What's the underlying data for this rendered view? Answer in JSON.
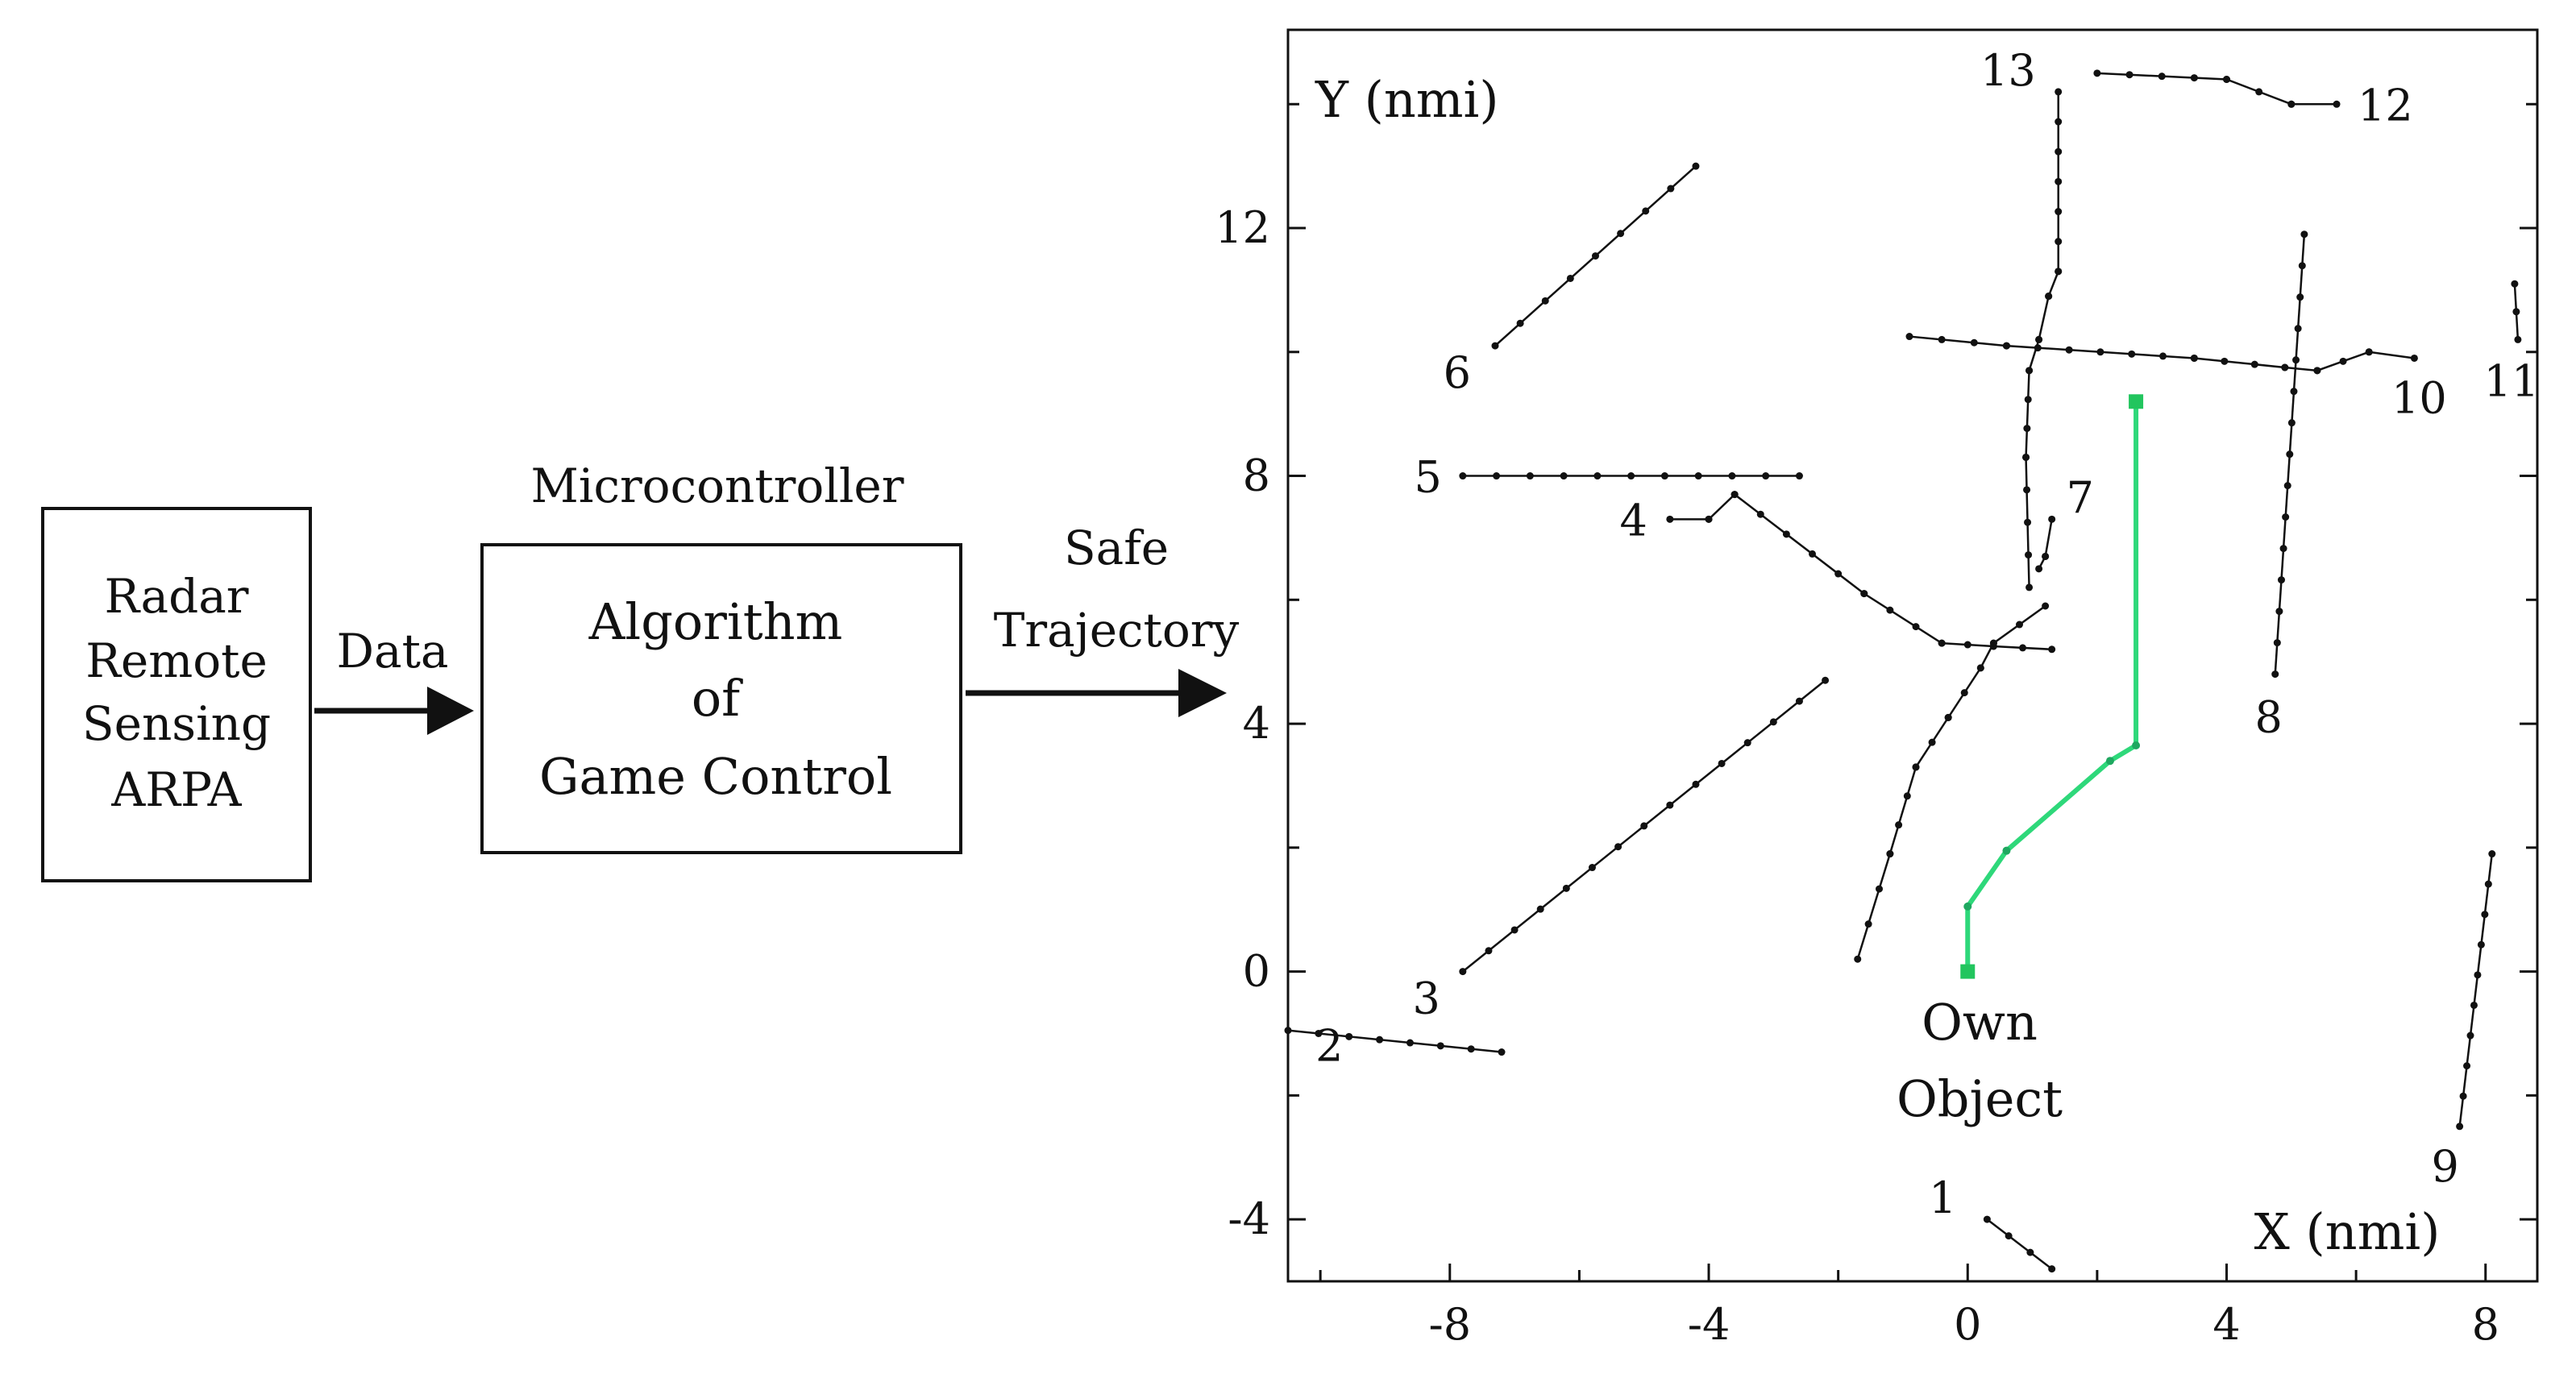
{
  "block_diagram": {
    "radar_box": {
      "lines": [
        "Radar",
        "Remote",
        "Sensing",
        "ARPA"
      ]
    },
    "data_label": "Data",
    "microcontroller_title": "Microcontroller",
    "algorithm_box": {
      "lines": [
        "Algorithm",
        "of",
        "Game Control"
      ]
    },
    "output_label_lines": [
      "Safe",
      "Trajectory"
    ]
  },
  "chart_data": {
    "type": "line",
    "xlabel": "X (nmi)",
    "ylabel": "Y (nmi)",
    "xlim": [
      -10.5,
      8.8
    ],
    "ylim": [
      -5,
      15.2
    ],
    "x_ticks": [
      -8,
      -4,
      0,
      4,
      8
    ],
    "y_ticks": [
      -4,
      0,
      4,
      8,
      12
    ],
    "x_tick_labels": [
      "-8",
      "-4",
      "0",
      "4",
      "8"
    ],
    "y_tick_labels": [
      "-4",
      "0",
      "4",
      "8",
      "12"
    ],
    "grid": false,
    "own_object_label_lines": [
      "Own",
      "Object"
    ],
    "own_trajectory": {
      "color": "#2ed87a",
      "points": [
        [
          0,
          0
        ],
        [
          0,
          1.05
        ],
        [
          0.6,
          1.95
        ],
        [
          2.2,
          3.4
        ],
        [
          2.6,
          3.65
        ],
        [
          2.6,
          9.2
        ]
      ]
    },
    "targets": [
      {
        "label": "1",
        "points": [
          [
            0.3,
            -4.0
          ],
          [
            1.3,
            -4.8
          ]
        ]
      },
      {
        "label": "2",
        "points": [
          [
            -10.5,
            -0.95
          ],
          [
            -7.2,
            -1.3
          ]
        ]
      },
      {
        "label": "3",
        "points": [
          [
            -7.8,
            0.0
          ],
          [
            -2.2,
            4.7
          ]
        ]
      },
      {
        "label": "4",
        "points": [
          [
            -4.6,
            7.3
          ],
          [
            -4.0,
            7.3
          ],
          [
            -3.6,
            7.7
          ],
          [
            -1.6,
            6.1
          ],
          [
            -0.4,
            5.3
          ],
          [
            0.4,
            5.25
          ],
          [
            1.3,
            5.2
          ]
        ]
      },
      {
        "label": "5",
        "points": [
          [
            -7.8,
            8.0
          ],
          [
            -2.6,
            8.0
          ]
        ]
      },
      {
        "label": "6",
        "points": [
          [
            -7.3,
            10.1
          ],
          [
            -4.2,
            13.0
          ]
        ]
      },
      {
        "label": "7",
        "points": [
          [
            1.1,
            6.5
          ],
          [
            1.2,
            6.7
          ],
          [
            1.3,
            7.3
          ]
        ]
      },
      {
        "label": "8",
        "points": [
          [
            4.75,
            4.8
          ],
          [
            5.2,
            11.9
          ]
        ]
      },
      {
        "label": "9",
        "points": [
          [
            7.6,
            -2.5
          ],
          [
            8.1,
            1.9
          ]
        ]
      },
      {
        "label": "10",
        "points": [
          [
            -0.9,
            10.25
          ],
          [
            0.6,
            10.1
          ],
          [
            3.5,
            9.9
          ],
          [
            4.9,
            9.75
          ],
          [
            5.4,
            9.7
          ],
          [
            6.2,
            10.0
          ],
          [
            6.9,
            9.9
          ]
        ]
      },
      {
        "label": "11",
        "points": [
          [
            8.5,
            10.2
          ],
          [
            8.45,
            11.1
          ]
        ]
      },
      {
        "label": "12",
        "points": [
          [
            2.0,
            14.5
          ],
          [
            4.0,
            14.4
          ],
          [
            5.0,
            14.0
          ],
          [
            5.7,
            14.0
          ]
        ]
      },
      {
        "label": "13",
        "points": [
          [
            1.4,
            14.2
          ],
          [
            1.4,
            11.3
          ],
          [
            1.25,
            10.9
          ],
          [
            1.1,
            10.2
          ],
          [
            0.95,
            9.7
          ],
          [
            0.9,
            8.3
          ],
          [
            0.95,
            6.2
          ]
        ]
      },
      {
        "label": "",
        "points": [
          [
            -1.7,
            0.2
          ],
          [
            -1.2,
            1.9
          ],
          [
            -0.8,
            3.3
          ],
          [
            -0.3,
            4.1
          ],
          [
            0.2,
            4.9
          ],
          [
            0.4,
            5.3
          ],
          [
            1.2,
            5.9
          ]
        ]
      }
    ]
  }
}
